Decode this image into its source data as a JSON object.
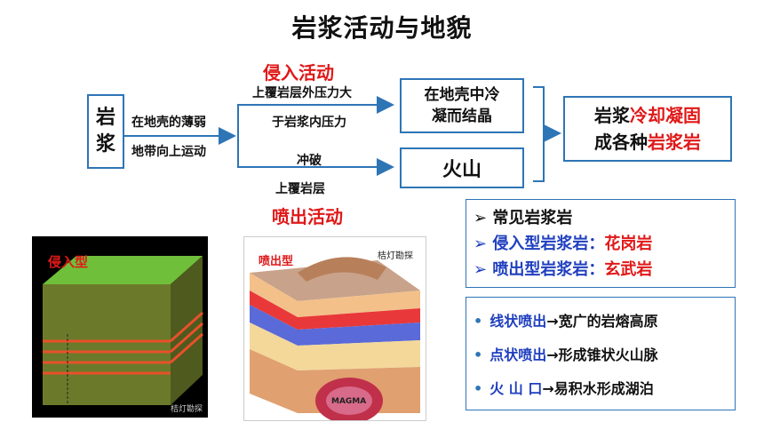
{
  "title": "岩浆活动与地貌",
  "magma": {
    "line1": "岩",
    "line2": "浆"
  },
  "cond_line1": "在地壳的薄弱",
  "cond_line2": "地带向上运动",
  "intrusion": {
    "label": "侵入活动",
    "line1": "上覆岩层外压力大",
    "line2": "于岩浆内压力"
  },
  "eruption": {
    "label": "喷出活动",
    "line1": "冲破",
    "line2": "上覆岩层"
  },
  "cool_box": {
    "line1": "在地壳中冷",
    "line2": "凝而结晶"
  },
  "volcano_box": "火山",
  "result": {
    "part1": "岩浆",
    "part2": "冷却凝固",
    "part3": "成各种",
    "part4": "岩浆岩"
  },
  "rock_list": {
    "header": "常见岩浆岩",
    "intrusive_label": "侵入型岩浆岩：",
    "intrusive_value": "花岗岩",
    "extrusive_label": "喷出型岩浆岩：",
    "extrusive_value": "玄武岩"
  },
  "eruption_types": [
    {
      "type": "线状喷出",
      "result": "→宽广的岩熔高原"
    },
    {
      "type": "点状喷出",
      "result": "→形成锥状火山脉"
    },
    {
      "type": "火 山 口",
      "result": "→易积水形成湖泊"
    }
  ],
  "images": {
    "intrusive_label": "侵入型",
    "intrusive_watermark": "桔灯勘探",
    "extrusive_label": "喷出型",
    "extrusive_watermark": "桔灯勘探",
    "magma_text": "MAGMA"
  },
  "colors": {
    "accent_blue": "#2e75b6",
    "emphasis_red": "#e01818",
    "text_blue": "#1f3fbf"
  }
}
